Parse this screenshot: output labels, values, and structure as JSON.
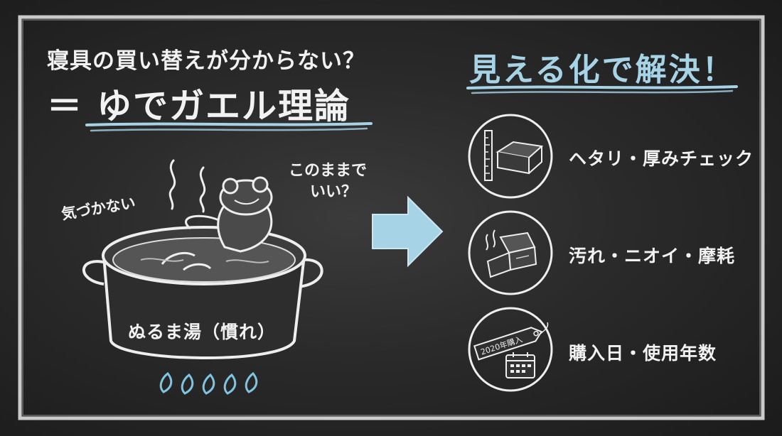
{
  "left": {
    "question": "寝具の買い替えが分からない？",
    "title": "＝ ゆでガエル理論",
    "bubble_unaware": "気づかない",
    "bubble_ok_line1": "このままで",
    "bubble_ok_line2": "いい？",
    "pot_label": "ぬるま湯（慣れ）"
  },
  "right": {
    "title": "見える化で解決！",
    "items": [
      {
        "icon": "mattress-ruler-icon",
        "label": "ヘタリ・厚みチェック"
      },
      {
        "icon": "folded-cloth-icon",
        "label": "汚れ・ニオイ・摩耗"
      },
      {
        "icon": "tag-calendar-icon",
        "label": "購入日・使用年数",
        "tag_text": "2020年購入"
      }
    ]
  },
  "colors": {
    "board": "#2a2a2a",
    "chalk": "#f2f2f2",
    "accent_blue": "#a6d3e6",
    "flame_blue": "#7fc4e0"
  }
}
